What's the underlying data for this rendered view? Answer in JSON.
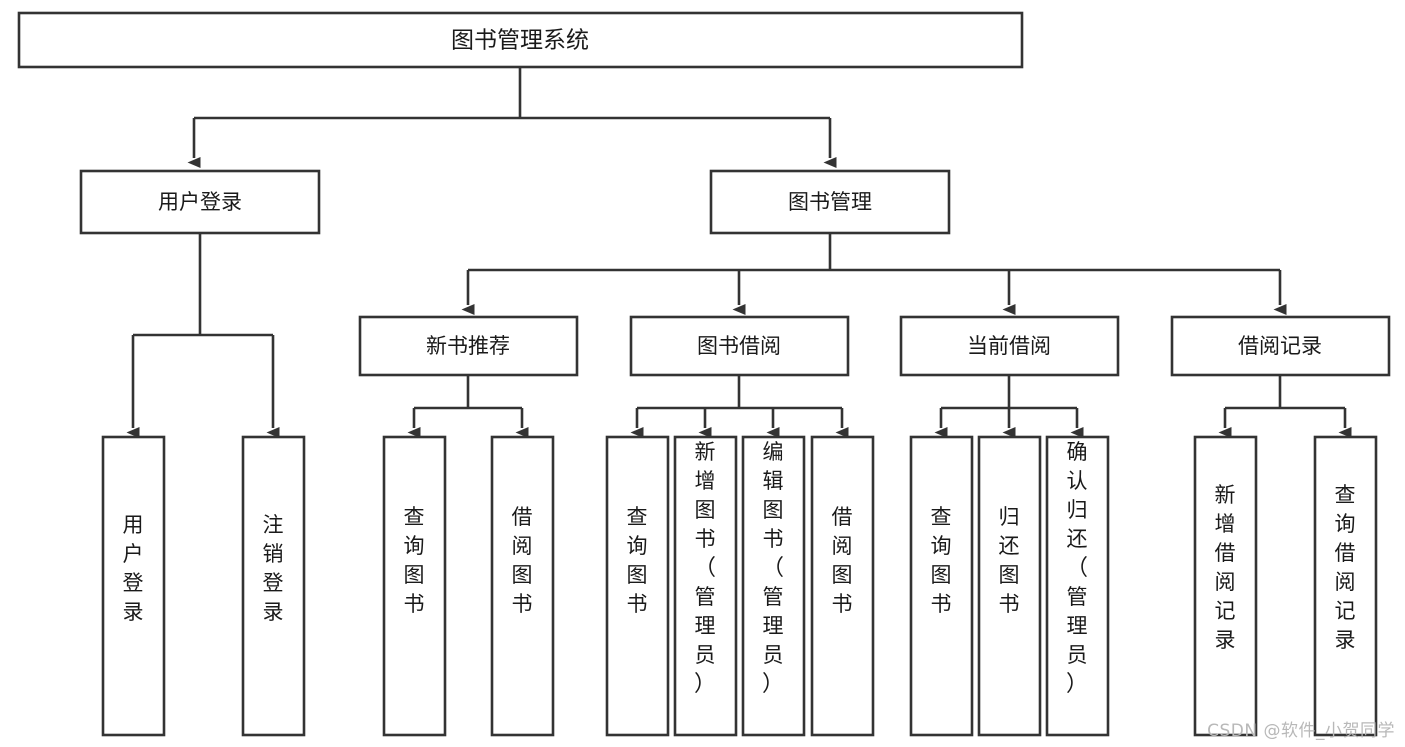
{
  "diagram": {
    "title": "图书管理系统",
    "watermark": "CSDN @软件_小贺同学",
    "colors": {
      "stroke": "#333333",
      "fill": "#ffffff",
      "text": "#1a1a1a",
      "watermark": "#b8b8b8"
    },
    "levels": {
      "root": {
        "label": "图书管理系统"
      },
      "level2": [
        {
          "label": "用户登录"
        },
        {
          "label": "图书管理"
        }
      ],
      "level3": [
        {
          "label": "新书推荐"
        },
        {
          "label": "图书借阅"
        },
        {
          "label": "当前借阅"
        },
        {
          "label": "借阅记录"
        }
      ],
      "leaves": {
        "user_login": [
          {
            "label": "用户登录"
          },
          {
            "label": "注销登录"
          }
        ],
        "new_book_recommend": [
          {
            "label": "查询图书"
          },
          {
            "label": "借阅图书"
          }
        ],
        "book_borrow": [
          {
            "label": "查询图书"
          },
          {
            "label": "新增图书（管理员）"
          },
          {
            "label": "编辑图书（管理员）"
          },
          {
            "label": "借阅图书"
          }
        ],
        "current_borrow": [
          {
            "label": "查询图书"
          },
          {
            "label": "归还图书"
          },
          {
            "label": "确认归还（管理员）"
          }
        ],
        "borrow_record": [
          {
            "label": "新增借阅记录"
          },
          {
            "label": "查询借阅记录"
          }
        ]
      }
    }
  }
}
